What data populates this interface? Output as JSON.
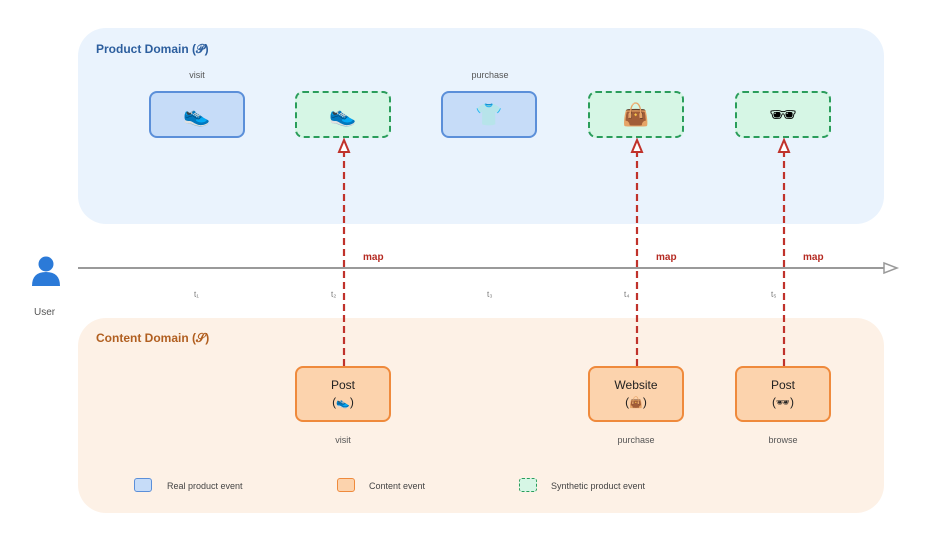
{
  "product_domain": {
    "title": "Product Domain (𝒫)",
    "events": [
      {
        "label": "visit",
        "type": "real",
        "icon": "sneaker-icon",
        "glyph": "👟"
      },
      {
        "label": "",
        "type": "synthetic",
        "icon": "sneaker-icon",
        "glyph": "👟"
      },
      {
        "label": "purchase",
        "type": "real",
        "icon": "tshirt-icon",
        "glyph": "👕"
      },
      {
        "label": "",
        "type": "synthetic",
        "icon": "handbag-icon",
        "glyph": "👜"
      },
      {
        "label": "",
        "type": "synthetic",
        "icon": "sunglasses-icon",
        "glyph": "🕶"
      }
    ]
  },
  "timeline": {
    "user_label": "User",
    "ticks": [
      "t₁",
      "t₂",
      "t₃",
      "t₄",
      "t₅"
    ],
    "map_label": "map"
  },
  "content_domain": {
    "title": "Content Domain (𝒮)",
    "events": [
      {
        "title": "Post",
        "glyph": "👟",
        "icon": "sneaker-icon",
        "label": "visit"
      },
      {
        "title": "Website",
        "glyph": "👜",
        "icon": "handbag-icon",
        "label": "purchase"
      },
      {
        "title": "Post",
        "glyph": "🕶",
        "icon": "sunglasses-icon",
        "label": "browse"
      }
    ]
  },
  "legend": {
    "real": "Real product event",
    "content": "Content event",
    "synthetic": "Synthetic product event"
  },
  "colors": {
    "real_fill": "#c6dcf8",
    "real_border": "#5b8fd9",
    "synthetic_fill": "#d6f6e5",
    "synthetic_border": "#2a9d5b",
    "content_fill": "#fcd3ad",
    "content_border": "#ef8a3c",
    "map_arrow": "#c0322b",
    "timeline": "#9a9a9a"
  }
}
